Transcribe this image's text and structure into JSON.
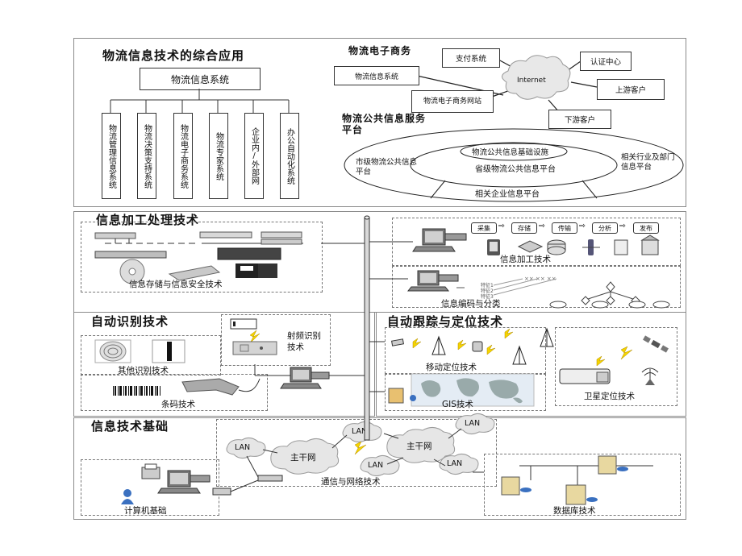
{
  "top": {
    "title": "物流信息技术的综合应用",
    "info_system": "物流信息系统",
    "subsystems": [
      "物流管理信息系统",
      "物流决策支持系统",
      "物流电子商务系统",
      "物流专家系统",
      "企业内/外部网",
      "办公自动化系统"
    ],
    "ecommerce": {
      "title": "物流电子商务",
      "internet": "Internet",
      "payment": "支付系统",
      "auth": "认证中心",
      "logistics_info": "物流信息系统",
      "upstream": "上游客户",
      "website": "物流电子商务网站",
      "downstream": "下游客户"
    },
    "public": {
      "title_line1": "物流公共信息服务",
      "title_line2": "平台",
      "core": "物流公共信息基础设施",
      "province": "省级物流公共信息平台",
      "city": "市级物流公共信息平台",
      "industry": "相关行业及部门信息平台",
      "enterprise": "相关企业信息平台"
    }
  },
  "processing": {
    "title": "信息加工处理技术",
    "storage": "信息存储与信息安全技术",
    "flow": [
      "采集",
      "存储",
      "传输",
      "分析",
      "发布"
    ],
    "processing_label": "信息加工技术",
    "coding_label": "信息编码与分类",
    "attrs": [
      "特征1",
      "特征2",
      "特征3"
    ]
  },
  "auto_id": {
    "title": "自动识别技术",
    "rfid": "射频识别技术",
    "other": "其他识别技术",
    "barcode": "条码技术"
  },
  "tracking": {
    "title": "自动跟踪与定位技术",
    "mobile": "移动定位技术",
    "gis": "GIS技术",
    "satellite": "卫星定位技术"
  },
  "foundation": {
    "title": "信息技术基础",
    "lan": "LAN",
    "backbone": "主干网",
    "network": "通信与网络技术",
    "computer": "计算机基础",
    "database": "数据库技术"
  }
}
